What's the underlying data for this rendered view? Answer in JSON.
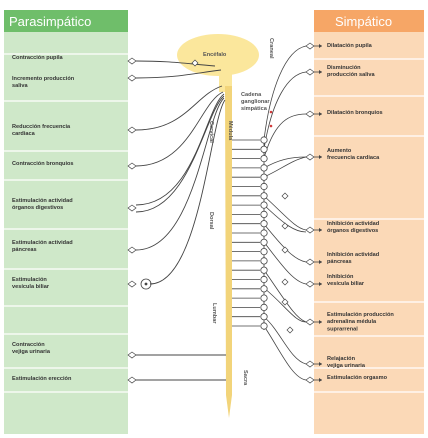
{
  "header": {
    "left_title": "Parasimpático",
    "right_title": "Simpático"
  },
  "central": {
    "brain": "Encéfalo",
    "cord": "Médula",
    "chain": [
      "Cadena",
      "ganglionar",
      "simpática"
    ],
    "segments": [
      "Craneal",
      "Cervical",
      "Dorsal",
      "Lumbar",
      "Sacra"
    ]
  },
  "parasympathetic": [
    [
      "Contracción pupila"
    ],
    [
      "Incremento producción",
      "saliva"
    ],
    [
      "Reducción frecuencia",
      "cardiaca"
    ],
    [
      "Contracción bronquios"
    ],
    [
      "Estimulación actividad",
      "órganos digestivos"
    ],
    [
      "Estimulación actividad",
      "páncreas"
    ],
    [
      "Estimulación",
      "vesícula biliar"
    ],
    [
      "Contracción",
      "vejiga urinaria"
    ],
    [
      "Estimulación erección"
    ]
  ],
  "sympathetic": [
    [
      "Dilatación pupila"
    ],
    [
      "Disminución",
      "producción saliva"
    ],
    [
      "Dilatación bronquios"
    ],
    [
      "Aumento",
      "frecuencia cardiaca"
    ],
    [
      "Inhibición actividad",
      "órganos digestivos"
    ],
    [
      "Inhibición actividad",
      "páncreas"
    ],
    [
      "Inhibición",
      "vesícula biliar"
    ],
    [
      "Estimulación producción",
      "adrenalina médula",
      "suprarrenal"
    ],
    [
      "Relajación",
      "vejiga urinaria"
    ],
    [
      "Estimulación orgasmo"
    ]
  ],
  "colors": {
    "para_bg": "#cfe8c9",
    "para_header": "#6fbe6a",
    "symp_bg": "#fbd9b7",
    "symp_header": "#f6a666",
    "cns": "#fbe79c",
    "cord": "#f2d47a",
    "line": "#444444"
  }
}
